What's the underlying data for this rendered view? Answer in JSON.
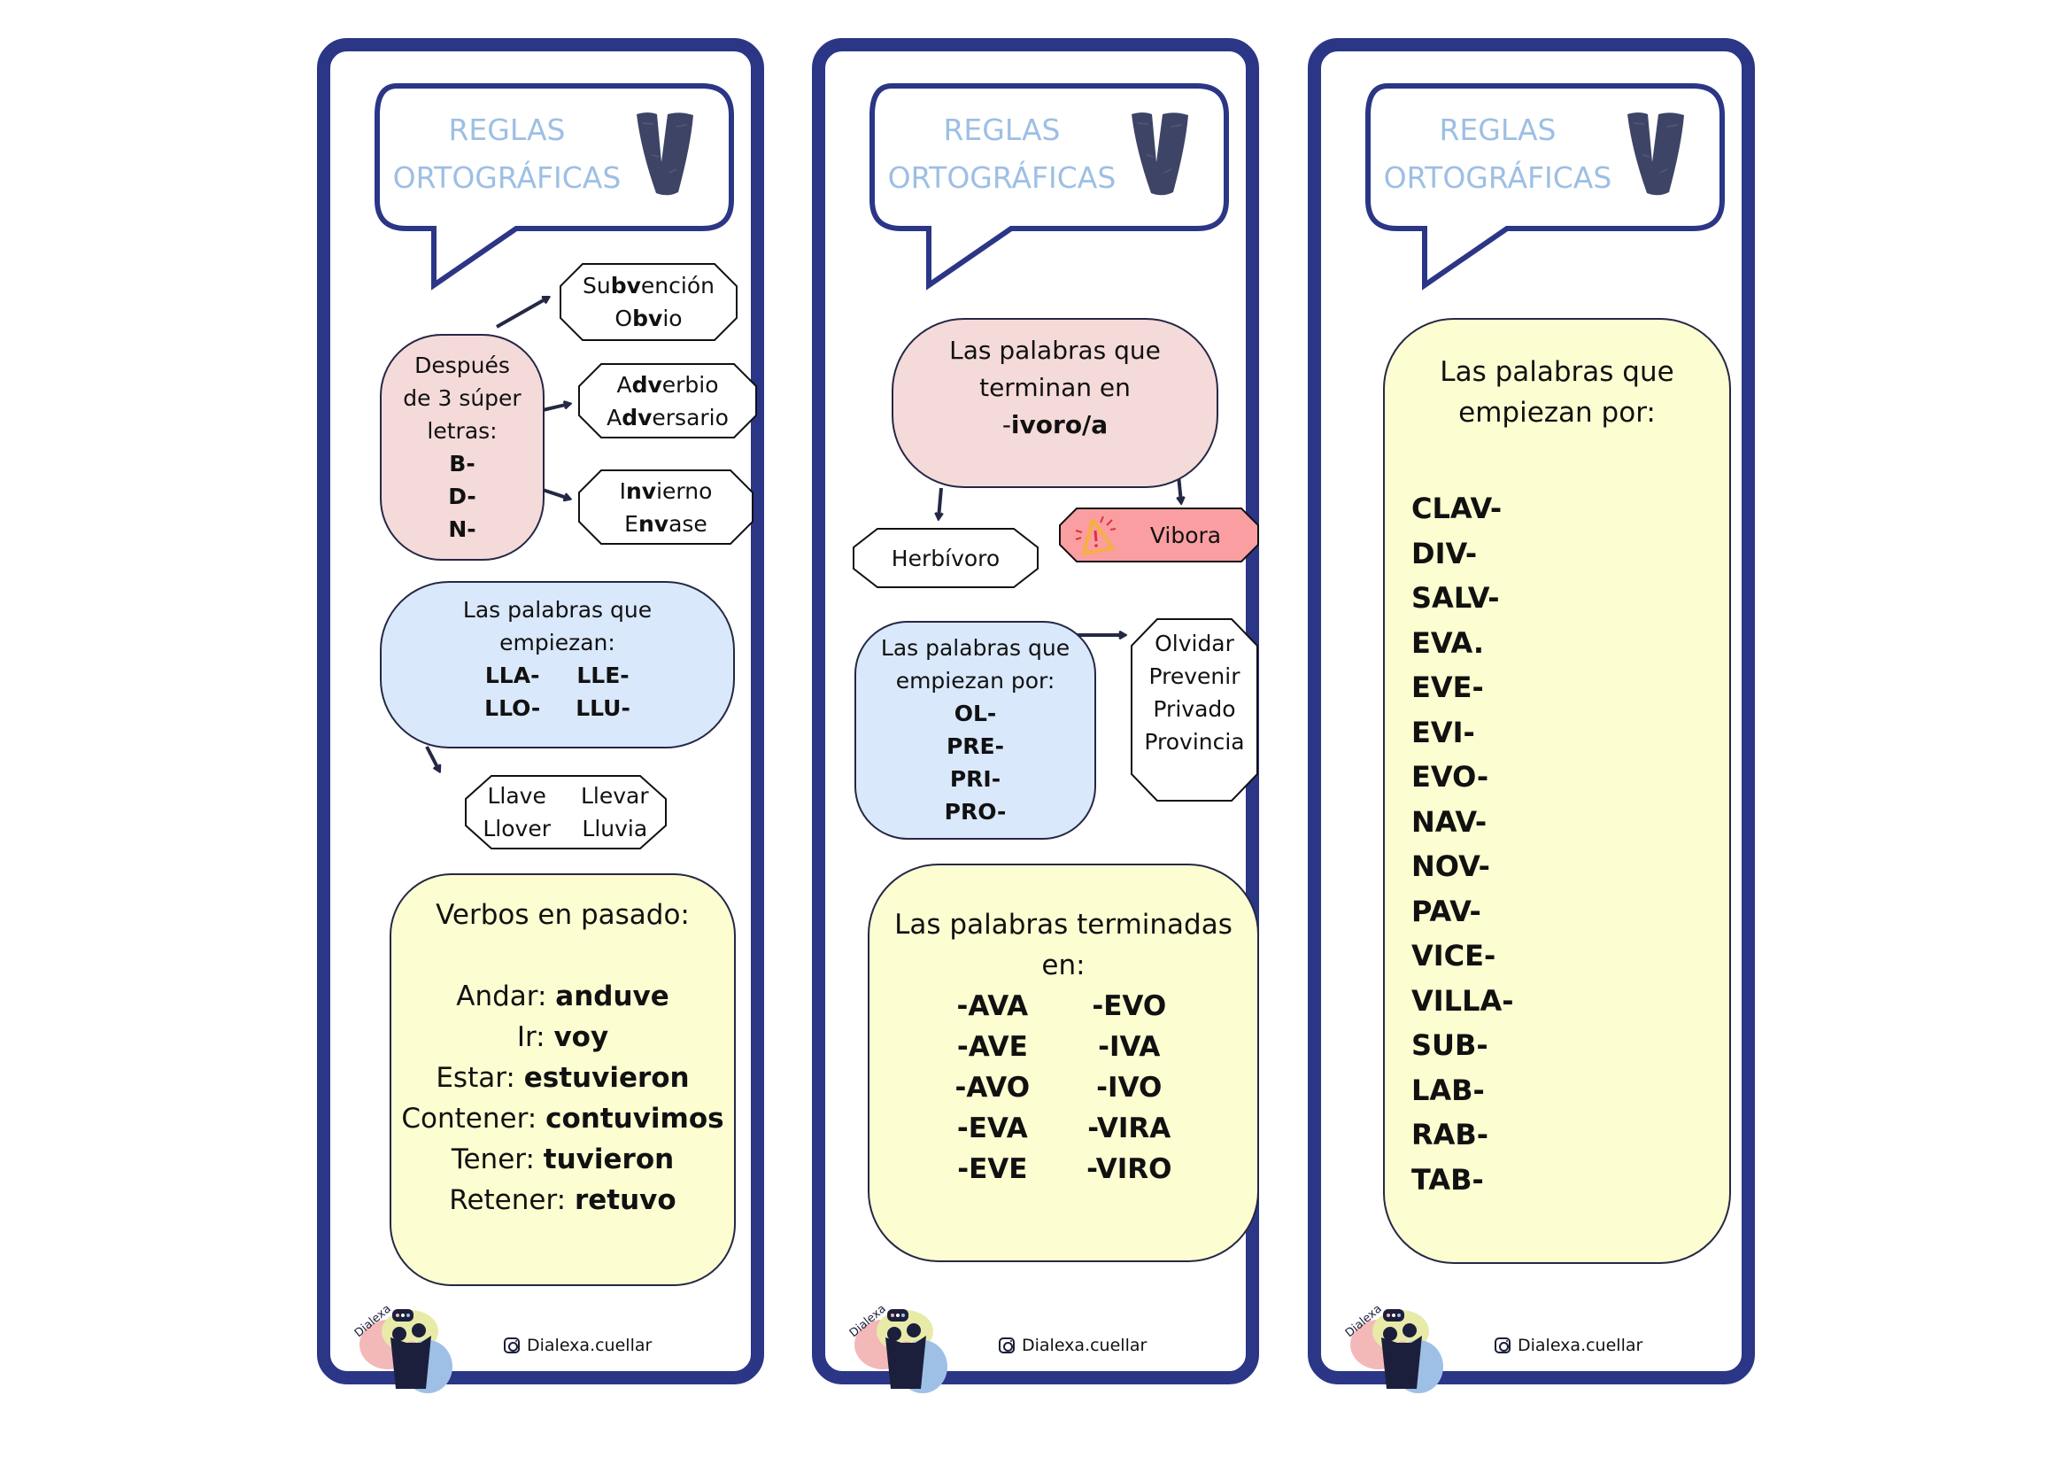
{
  "colors": {
    "frame": "#2b3686",
    "title_text": "#9dbfe4",
    "pink_box": "#f5dada",
    "blue_box": "#d9e8fb",
    "yellow_box": "#fdfdd2",
    "warning_box": "#fb9ea2",
    "warning_icon": "#f5b041"
  },
  "header": {
    "title_line1": "REGLAS",
    "title_line2": "ORTOGRÁFICAS",
    "letter": "V"
  },
  "footer": {
    "brand": "Dialexa",
    "instagram_icon": "instagram-icon",
    "handle": "Dialexa.cuellar"
  },
  "card1": {
    "rule_bdn": {
      "lines": [
        "Después",
        "de 3 súper",
        "letras:"
      ],
      "letters": [
        "B-",
        "D-",
        "N-"
      ]
    },
    "examples_b": {
      "line1": {
        "pre": "Su",
        "bold": "bv",
        "post": "ención"
      },
      "line2": {
        "pre": "O",
        "bold": "bv",
        "post": "io"
      }
    },
    "examples_d": {
      "line1": {
        "pre": "A",
        "bold": "dv",
        "post": "erbio"
      },
      "line2": {
        "pre": "A",
        "bold": "dv",
        "post": "ersario"
      }
    },
    "examples_n": {
      "line1": {
        "pre": "I",
        "bold": "nv",
        "post": "ierno"
      },
      "line2": {
        "pre": "E",
        "bold": "nv",
        "post": "ase"
      }
    },
    "rule_ll": {
      "lines": [
        "Las palabras que",
        "empiezan:"
      ],
      "prefixes": [
        "LLA-",
        "LLE-",
        "LLO-",
        "LLU-"
      ]
    },
    "examples_ll": [
      "Llave",
      "Llevar",
      "Llover",
      "Lluvia"
    ],
    "verbs": {
      "title": "Verbos en pasado:",
      "items": [
        {
          "verb": "Andar:",
          "form": "anduve"
        },
        {
          "verb": "Ir:",
          "form": "voy"
        },
        {
          "verb": "Estar:",
          "form": "estuvieron"
        },
        {
          "verb": "Contener:",
          "form": "contuvimos"
        },
        {
          "verb": "Tener:",
          "form": "tuvieron"
        },
        {
          "verb": "Retener:",
          "form": "retuvo"
        }
      ]
    }
  },
  "card2": {
    "rule_ivoro": {
      "lines": [
        "Las palabras que",
        "terminan en"
      ],
      "suffix_dash": "-",
      "suffix_bold": "ivoro/a"
    },
    "example": "Herbívoro",
    "exception": {
      "icon": "warning-icon",
      "word": "Vibora"
    },
    "rule_prefix": {
      "lines": [
        "Las palabras que",
        "empiezan por:"
      ],
      "prefixes": [
        "OL-",
        "PRE-",
        "PRI-",
        "PRO-"
      ]
    },
    "examples_prefix": [
      "Olvidar",
      "Prevenir",
      "Privado",
      "Provincia"
    ],
    "rule_endings": {
      "title": "Las palabras terminadas en:",
      "left": [
        "-AVA",
        "-AVE",
        "-AVO",
        "-EVA",
        "-EVE"
      ],
      "right": [
        "-EVO",
        "-IVA",
        "-IVO",
        "-VIRA",
        "-VIRO"
      ]
    }
  },
  "card3": {
    "rule_start": {
      "lines": [
        "Las palabras que",
        "empiezan por:"
      ],
      "prefixes": [
        "CLAV-",
        "DIV-",
        "SALV-",
        "EVA.",
        "EVE-",
        "EVI-",
        "EVO-",
        "NAV-",
        "NOV-",
        "PAV-",
        "VICE-",
        "VILLA-",
        "SUB-",
        "LAB-",
        "RAB-",
        "TAB-"
      ]
    }
  }
}
